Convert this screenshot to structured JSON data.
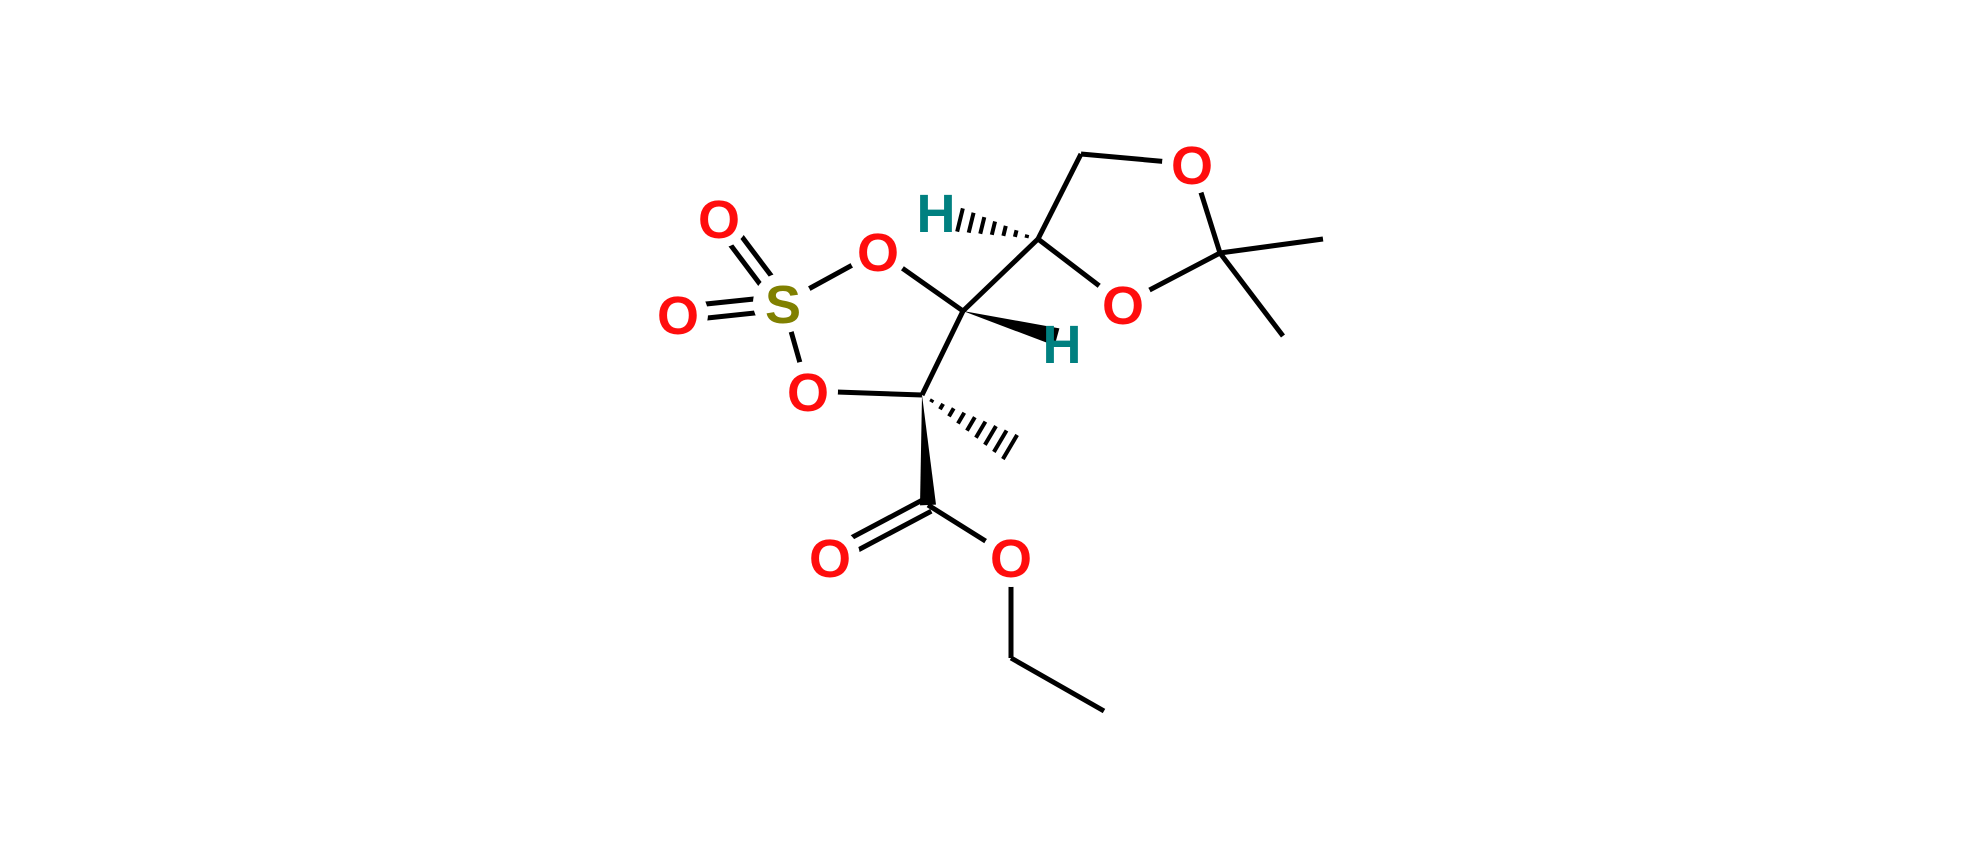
{
  "molecule": {
    "atoms": {
      "o_dioxolane_top": "O",
      "o_dioxolane_bottom": "O",
      "h_upper": "H",
      "h_lower": "H",
      "o_sulfate_upper": "O",
      "s_sulfate": "S",
      "o_sulfonyl_top": "O",
      "o_sulfonyl_left": "O",
      "o_sulfate_lower": "O",
      "o_carbonyl": "O",
      "o_ester": "O"
    },
    "colors": {
      "oxygen": "#ff0d0d",
      "sulfur": "#808000",
      "hydrogen": "#008080",
      "bond": "#000000"
    }
  }
}
